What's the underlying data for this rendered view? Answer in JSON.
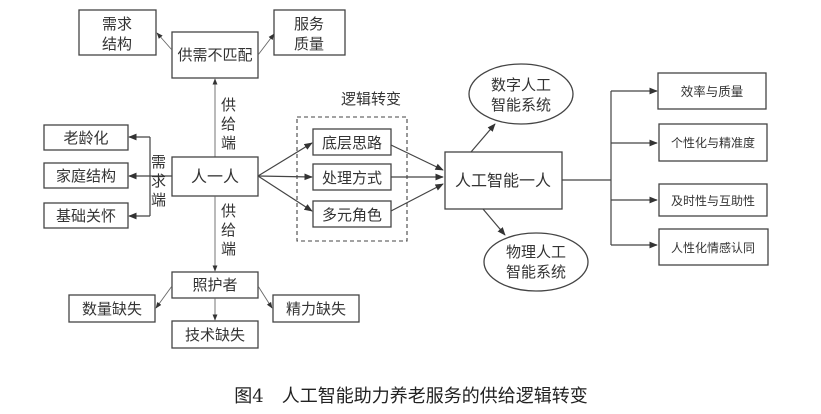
{
  "diagram": {
    "top": {
      "mismatch": "供需不匹配",
      "demand_structure": [
        "需求",
        "结构"
      ],
      "service_quality": [
        "服务",
        "质量"
      ]
    },
    "supply_label": [
      "供",
      "给",
      "端"
    ],
    "demand_label": [
      "需",
      "求",
      "端"
    ],
    "human_human": "人一人",
    "demand_items": [
      "老龄化",
      "家庭结构",
      "基础关怀"
    ],
    "caregiver": {
      "label": "照护者",
      "items": [
        "数量缺失",
        "技术缺失",
        "精力缺失"
      ]
    },
    "logic_shift": {
      "title": "逻辑转变",
      "items": [
        "底层思路",
        "处理方式",
        "多元角色"
      ]
    },
    "ai_human": "人工智能一人",
    "systems": {
      "digital": [
        "数字人工",
        "智能系统"
      ],
      "physical": [
        "物理人工",
        "智能系统"
      ]
    },
    "outcomes": [
      "效率与质量",
      "个性化与精准度",
      "及时性与互助性",
      "人性化情感认同"
    ]
  },
  "caption": "图4　人工智能助力养老服务的供给逻辑转变"
}
